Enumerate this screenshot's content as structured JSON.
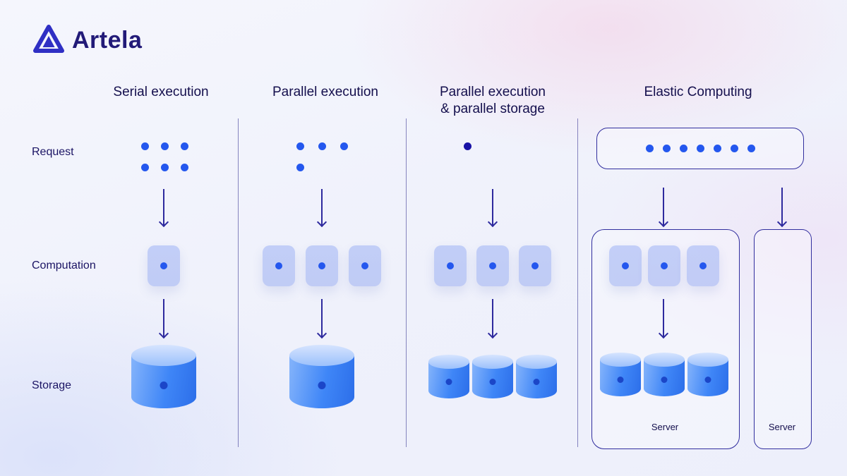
{
  "brand": {
    "name": "Artela"
  },
  "row_labels": {
    "request": "Request",
    "computation": "Computation",
    "storage": "Storage"
  },
  "columns": {
    "serial": {
      "title": "Serial execution"
    },
    "parallel": {
      "title": "Parallel execution"
    },
    "parallel_storage": {
      "title_line1": "Parallel execution",
      "title_line2": "& parallel storage"
    },
    "elastic": {
      "title": "Elastic Computing"
    }
  },
  "elastic": {
    "server1_label": "Server",
    "server2_label": "Server"
  },
  "colors": {
    "accent_blue": "#2457ee",
    "dark_navy": "#140f4d",
    "arrow_indigo": "#2e2a9e",
    "cylinder_blue": "#3f86f7",
    "logo_indigo": "#2f2fc4"
  }
}
